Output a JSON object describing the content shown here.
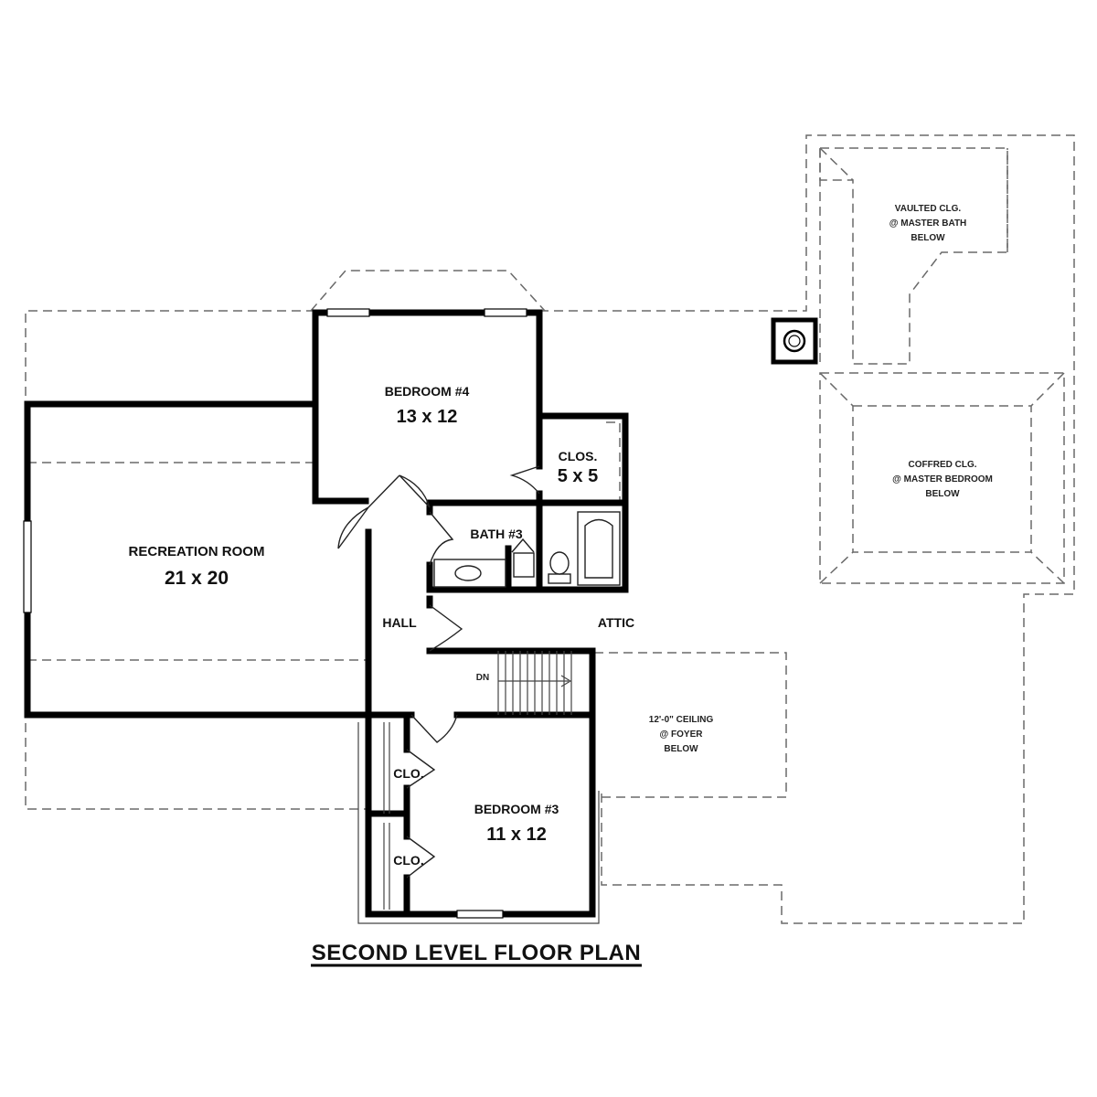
{
  "title": "SECOND LEVEL FLOOR PLAN",
  "rooms": {
    "bedroom4": {
      "name": "BEDROOM #4",
      "size": "13 x 12"
    },
    "closet_main": {
      "name": "CLOS.",
      "size": "5 x 5"
    },
    "bath3": {
      "name": "BATH #3"
    },
    "recreation": {
      "name": "RECREATION ROOM",
      "size": "21 x 20"
    },
    "hall": {
      "name": "HALL"
    },
    "attic": {
      "name": "ATTIC"
    },
    "bedroom3": {
      "name": "BEDROOM #3",
      "size": "11 x 12"
    },
    "clo_upper": {
      "name": "CLO."
    },
    "clo_lower": {
      "name": "CLO."
    }
  },
  "stair": {
    "label": "DN"
  },
  "notes": {
    "vaulted": [
      "VAULTED CLG.",
      "@ MASTER BATH",
      "BELOW"
    ],
    "coffred": [
      "COFFRED CLG.",
      "@ MASTER BEDROOM",
      "BELOW"
    ],
    "foyer": [
      "12'-0\" CEILING",
      "@ FOYER",
      "BELOW"
    ]
  },
  "icons": [
    "chimney-icon",
    "toilet-icon",
    "sink-icon",
    "bathtub-icon",
    "door-swing-icon"
  ]
}
